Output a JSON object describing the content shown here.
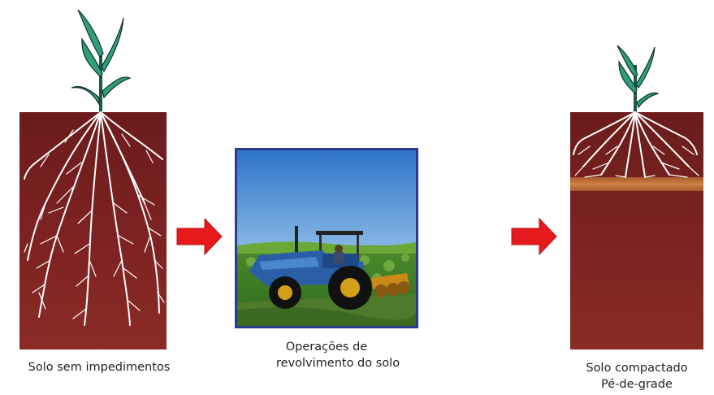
{
  "captions": {
    "left": "Solo sem impedimentos",
    "middle_line1": "Operações de",
    "middle_line2": "revolvimento do solo",
    "right_line1": "Solo compactado",
    "right_line2": "Pé-de-grade"
  },
  "colors": {
    "soil": "#7a2020",
    "compacted_layer": "#c9733c",
    "roots": "#ffffff",
    "leaf": "#2f9e7a",
    "arrow": "#e8191c",
    "photo_frame": "#2b3a8f",
    "tractor": "#2a5fa8"
  },
  "icons": [
    "plant-icon",
    "roots-icon",
    "arrow-right-icon",
    "tractor-icon"
  ]
}
